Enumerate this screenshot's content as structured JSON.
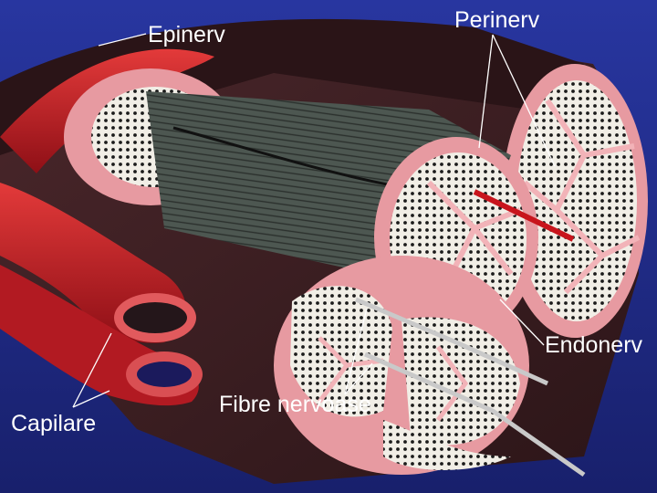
{
  "labels": {
    "epinerv": "Epinerv",
    "perinerv": "Perinerv",
    "endonerv": "Endonerv",
    "fibre": "Fibre nervoase",
    "capilare": "Capilare"
  },
  "colors": {
    "background": "#1f2a86",
    "epineurium": "#3b1e22",
    "perineurium": "#e79aa1",
    "vessel": "#c8141c",
    "fiber": "#f1eee6",
    "label": "#ffffff"
  }
}
